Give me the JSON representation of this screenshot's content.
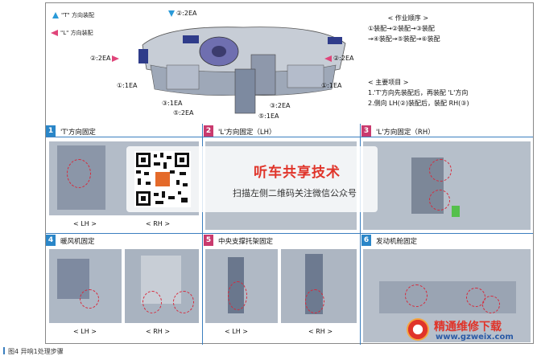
{
  "legend": {
    "up_label": "\"T\" 方向装配",
    "left_label": "\"L\" 方向装配"
  },
  "callouts": {
    "top": "②:2EA",
    "left_2ea": "②:2EA",
    "right_2ea": "②:2EA",
    "left_1ea": "①:1EA",
    "right_1ea": "①:1EA",
    "bot_3_1ea": "③:1EA",
    "bot_5_2ea": "⑤:2EA",
    "bot_3_2ea": "③:2EA",
    "bot_5_1ea": "⑤:1EA"
  },
  "sequence": {
    "title": "< 作业顺序 >",
    "line1": "①装配→②装配→③装配",
    "line2": "→④装配→⑤装配→⑥装配"
  },
  "notes": {
    "title": "< 主要项目 >",
    "line1": "1.'T'方向先装配后，再装配 'L'方向",
    "line2": "2.侧向 LH(②)装配后，装配 RH(③)"
  },
  "sections": [
    {
      "num": "1",
      "title": "'T'方向固定",
      "color": "#2a86c8"
    },
    {
      "num": "2",
      "title": "'L'方向固定（LH）",
      "color": "#c93a6e"
    },
    {
      "num": "3",
      "title": "'L'方向固定（RH）",
      "color": "#c93a6e"
    },
    {
      "num": "4",
      "title": "暖风机固定",
      "color": "#2a86c8"
    },
    {
      "num": "5",
      "title": "中央支撑托架固定",
      "color": "#c93a6e"
    },
    {
      "num": "6",
      "title": "发动机舱固定",
      "color": "#2a86c8"
    }
  ],
  "lr": {
    "lh": "< LH >",
    "rh": "< RH >"
  },
  "watermark": {
    "title": "听车共享技术",
    "subtitle": "扫描左侧二维码关注微信公众号"
  },
  "logo": {
    "cn": "精通维修下载",
    "url": "www.gzweix.com"
  },
  "caption": "图4  异响1处理步骤"
}
